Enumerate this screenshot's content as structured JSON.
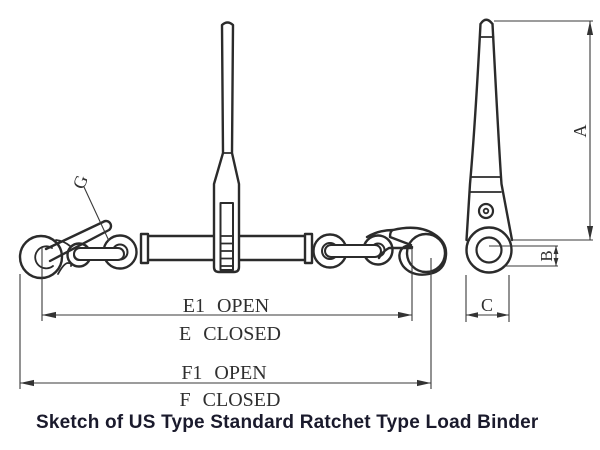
{
  "caption": {
    "text": "Sketch of US Type Standard Ratchet Type Load Binder",
    "color": "#1a1a2c"
  },
  "drawing": {
    "colors": {
      "line": "#2b2b2b",
      "dimension": "#3a3a3a",
      "background": "#ffffff"
    },
    "labels": {
      "g": "G",
      "a": "A",
      "b": "B",
      "c": "C",
      "e1_open": "E1 OPEN",
      "e_closed": "E CLOSED",
      "f1_open": "F1 OPEN",
      "f_closed": "F CLOSED"
    }
  }
}
